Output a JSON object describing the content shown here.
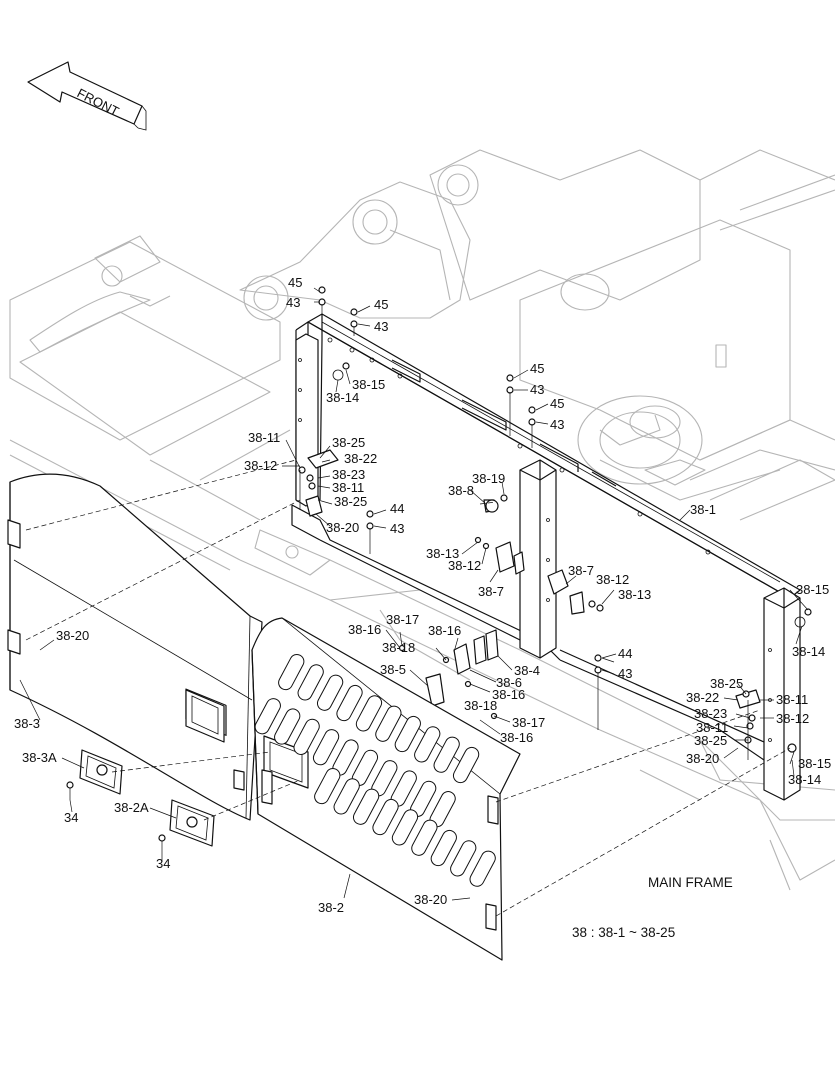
{
  "front_label": "FRONT",
  "main_frame_label": "MAIN FRAME",
  "range_note": "38 : 38-1 ~ 38-25",
  "part_labels": {
    "p45a": "45",
    "p43a": "43",
    "p45b": "45",
    "p43b": "43",
    "p45c": "45",
    "p43c": "43",
    "p45d": "45",
    "p43d": "43",
    "p38_15a": "38-15",
    "p38_14a": "38-14",
    "p38_11a": "38-11",
    "p38_25a": "38-25",
    "p38_22a": "38-22",
    "p38_12a": "38-12",
    "p38_23a": "38-23",
    "p38_11b": "38-11",
    "p38_25b": "38-25",
    "p44a": "44",
    "p43e": "43",
    "p38_20a": "38-20",
    "p38_19": "38-19",
    "p38_8": "38-8",
    "p38_1": "38-1",
    "p38_13a": "38-13",
    "p38_12b": "38-12",
    "p38_7a": "38-7",
    "p38_7b": "38-7",
    "p38_12c": "38-12",
    "p38_13b": "38-13",
    "p38_15b": "38-15",
    "p38_14b": "38-14",
    "p38_20b": "38-20",
    "p38_3": "38-3",
    "p38_17a": "38-17",
    "p38_16a": "38-16",
    "p38_16b": "38-16",
    "p38_18a": "38-18",
    "p38_5": "38-5",
    "p38_4": "38-4",
    "p38_6": "38-6",
    "p38_16c": "38-16",
    "p38_18b": "38-18",
    "p38_17b": "38-17",
    "p38_16d": "38-16",
    "p44b": "44",
    "p43f": "43",
    "p38_25c": "38-25",
    "p38_22b": "38-22",
    "p38_11c": "38-11",
    "p38_23b": "38-23",
    "p38_12d": "38-12",
    "p38_11d": "38-11",
    "p38_25d": "38-25",
    "p38_20c": "38-20",
    "p38_15c": "38-15",
    "p38_14c": "38-14",
    "p38_3A": "38-3A",
    "p34a": "34",
    "p38_2A": "38-2A",
    "p34b": "34",
    "p38_2": "38-2",
    "p38_20d": "38-20"
  }
}
